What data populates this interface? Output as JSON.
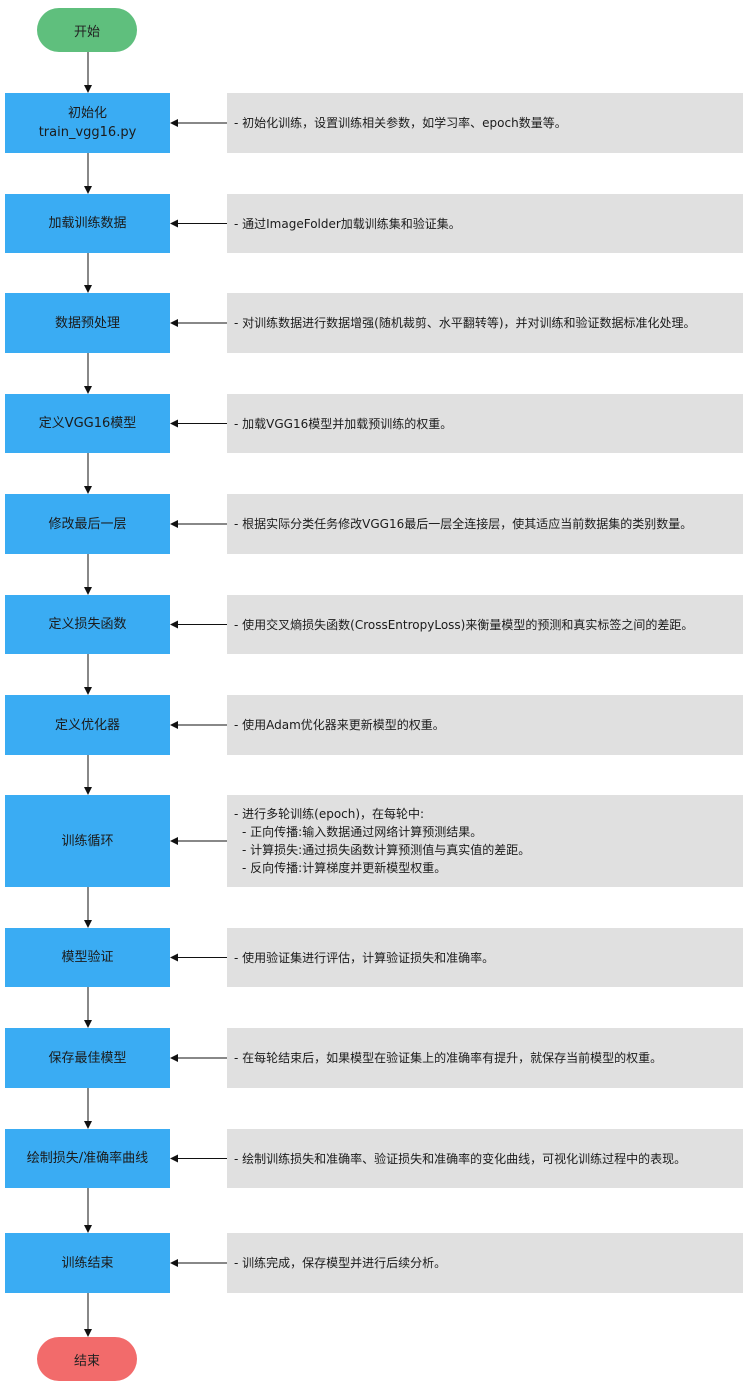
{
  "start_label": "开始",
  "end_label": "结束",
  "steps": [
    {
      "lines": [
        "初始化",
        "train_vgg16.py"
      ],
      "note": [
        "- 初始化训练，设置训练相关参数，如学习率、epoch数量等。"
      ]
    },
    {
      "lines": [
        "加载训练数据"
      ],
      "note": [
        "- 通过ImageFolder加载训练集和验证集。"
      ]
    },
    {
      "lines": [
        "数据预处理"
      ],
      "note": [
        "- 对训练数据进行数据增强(随机裁剪、水平翻转等)，并对训练和验证数据标准化处理。"
      ]
    },
    {
      "lines": [
        "定义VGG16模型"
      ],
      "note": [
        "- 加载VGG16模型并加载预训练的权重。"
      ]
    },
    {
      "lines": [
        "修改最后一层"
      ],
      "note": [
        "- 根据实际分类任务修改VGG16最后一层全连接层，使其适应当前数据集的类别数量。"
      ]
    },
    {
      "lines": [
        "定义损失函数"
      ],
      "note": [
        "- 使用交叉熵损失函数(CrossEntropyLoss)来衡量模型的预测和真实标签之间的差距。"
      ]
    },
    {
      "lines": [
        "定义优化器"
      ],
      "note": [
        "- 使用Adam优化器来更新模型的权重。"
      ]
    },
    {
      "lines": [
        "训练循环"
      ],
      "note": [
        "- 进行多轮训练(epoch)，在每轮中:",
        "- 正向传播:输入数据通过网络计算预测结果。",
        "- 计算损失:通过损失函数计算预测值与真实值的差距。",
        "- 反向传播:计算梯度并更新模型权重。"
      ]
    },
    {
      "lines": [
        "模型验证"
      ],
      "note": [
        "- 使用验证集进行评估，计算验证损失和准确率。"
      ]
    },
    {
      "lines": [
        "保存最佳模型"
      ],
      "note": [
        "- 在每轮结束后，如果模型在验证集上的准确率有提升，就保存当前模型的权重。"
      ]
    },
    {
      "lines": [
        "绘制损失/准确率曲线"
      ],
      "note": [
        "- 绘制训练损失和准确率、验证损失和准确率的变化曲线，可视化训练过程中的表现。"
      ]
    },
    {
      "lines": [
        "训练结束"
      ],
      "note": [
        "- 训练完成，保存模型并进行后续分析。"
      ]
    }
  ]
}
